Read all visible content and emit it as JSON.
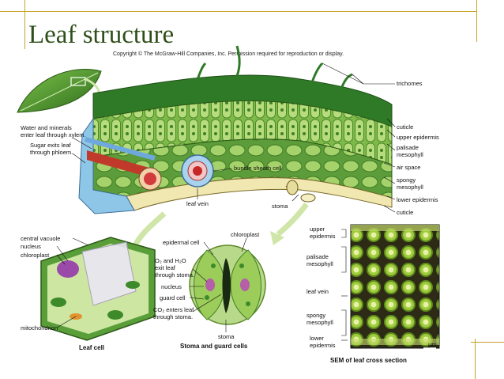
{
  "slide": {
    "title": "Leaf structure",
    "copyright": "Copyright © The McGraw-Hill Companies, Inc. Permission required for reproduction or display."
  },
  "colors": {
    "accent_line": "#c9a227",
    "title": "#2f4f1a",
    "leaf_green": "#3f8a2c",
    "cell_green": "#9ccc5a",
    "vein_red": "#c0392b",
    "vein_blue": "#6fa8dc",
    "arrow_green": "#cfe6a8"
  },
  "labels": {
    "trichomes": "trichomes",
    "cuticle_top": "cuticle",
    "upper_epidermis": "upper epidermis",
    "palisade_1": "palisade",
    "palisade_2": "mesophyll",
    "air_space": "air space",
    "spongy_1": "spongy",
    "spongy_2": "mesophyll",
    "lower_epidermis": "lower epidermis",
    "cuticle_bottom": "cuticle",
    "water_1": "Water and minerals",
    "water_2": "enter leaf through xylem.",
    "sugar_1": "Sugar exits leaf",
    "sugar_2": "through phloem.",
    "bundle_sheath": "bundle sheath cell",
    "leaf_vein": "leaf vein",
    "stoma": "stoma",
    "central_vacuole": "central vacuole",
    "nucleus": "nucleus",
    "chloroplast": "chloroplast",
    "mitochondrion": "mitochondrion",
    "leaf_cell": "Leaf cell",
    "epidermal_cell": "epidermal cell",
    "chloroplast_guard": "chloroplast",
    "o2_1": "O₂ and H₂O",
    "o2_2": "exit leaf",
    "o2_3": "through stoma.",
    "nucleus_guard": "nucleus",
    "guard_cell": "guard cell",
    "co2_1": "CO₂ enters leaf",
    "co2_2": "through stoma.",
    "stoma_guard": "stoma",
    "stoma_guard_caption": "Stoma and guard cells",
    "sem_upper_1": "upper",
    "sem_upper_2": "epidermis",
    "sem_palisade_1": "palisade",
    "sem_palisade_2": "mesophyll",
    "sem_leaf_vein": "leaf vein",
    "sem_spongy_1": "spongy",
    "sem_spongy_2": "mesophyll",
    "sem_lower_1": "lower",
    "sem_lower_2": "epidermis",
    "scale_unit": "μm",
    "sem_caption": "SEM of leaf cross section"
  }
}
